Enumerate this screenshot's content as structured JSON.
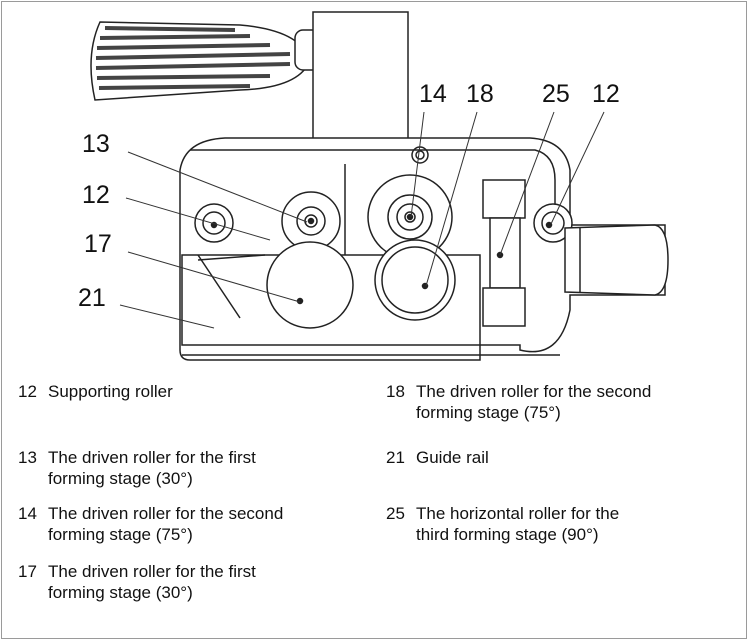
{
  "callouts": [
    "14",
    "18",
    "25",
    "12",
    "13",
    "12",
    "17",
    "21"
  ],
  "legend": [
    {
      "code": "12",
      "lines": [
        "Supporting roller"
      ]
    },
    {
      "code": "13",
      "lines": [
        "The driven roller for the first",
        "forming stage (30°)"
      ]
    },
    {
      "code": "14",
      "lines": [
        "The driven roller for the second",
        "forming stage (75°)"
      ]
    },
    {
      "code": "17",
      "lines": [
        "The driven roller for the first",
        "forming stage (30°)"
      ]
    },
    {
      "code": "18",
      "lines": [
        "The driven roller for the second",
        "forming stage (75°)"
      ]
    },
    {
      "code": "21",
      "lines": [
        "Guide rail"
      ]
    },
    {
      "code": "25",
      "lines": [
        "The horizontal roller for the",
        "third forming stage (90°)"
      ]
    }
  ]
}
